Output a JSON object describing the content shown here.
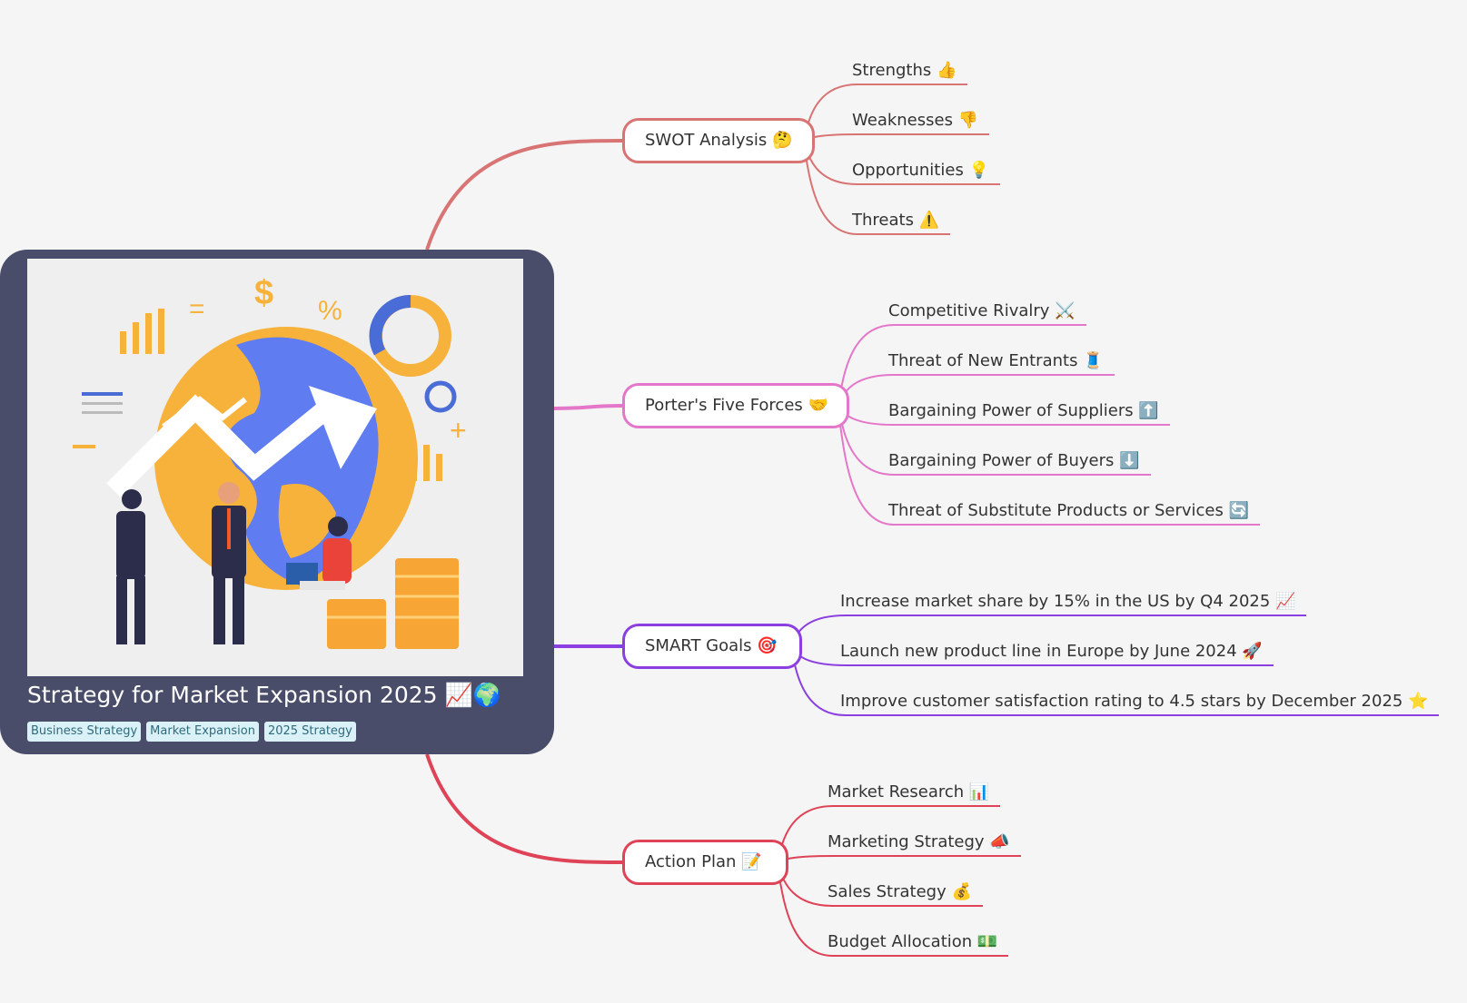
{
  "root": {
    "title": "Strategy for Market Expansion 2025 📈🌍",
    "tags": [
      "Business Strategy",
      "Market Expansion",
      "2025 Strategy"
    ]
  },
  "branches": [
    {
      "label": "SWOT Analysis 🤔",
      "color": "#d87474",
      "children": [
        "Strengths 👍",
        "Weaknesses 👎",
        "Opportunities 💡",
        "Threats ⚠️"
      ]
    },
    {
      "label": "Porter's Five Forces 🤝",
      "color": "#e477c9",
      "children": [
        "Competitive Rivalry ⚔️",
        "Threat of New Entrants 🧵",
        "Bargaining Power of Suppliers ⬆️",
        "Bargaining Power of Buyers ⬇️",
        "Threat of Substitute Products or Services 🔄"
      ]
    },
    {
      "label": "SMART Goals 🎯",
      "color": "#8b3fe0",
      "children": [
        "Increase market share by 15% in the US by Q4 2025 📈",
        "Launch new product line in Europe by June 2024 🚀",
        "Improve customer satisfaction rating to 4.5 stars by December 2025 ⭐"
      ]
    },
    {
      "label": "Action Plan 📝",
      "color": "#de4357",
      "children": [
        "Market Research 📊",
        "Marketing Strategy 📣",
        "Sales Strategy 💰",
        "Budget Allocation 💵"
      ]
    }
  ]
}
